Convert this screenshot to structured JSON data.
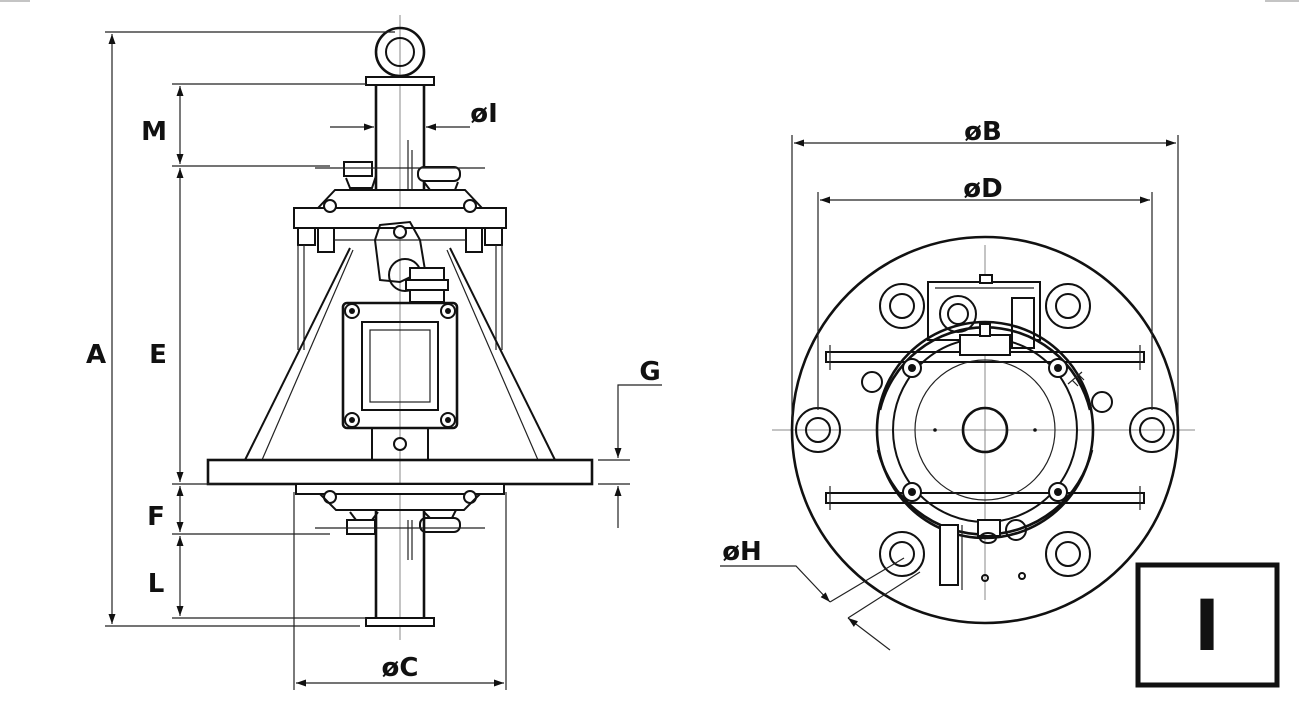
{
  "labels": {
    "A": "A",
    "E": "E",
    "M": "M",
    "F": "F",
    "L": "L",
    "G": "G",
    "C": "øC",
    "I": "øI",
    "B": "øB",
    "D": "øD",
    "H": "øH",
    "frame": "I"
  },
  "colors": {
    "line": "#111111",
    "background": "#ffffff"
  },
  "icons": {
    "arrowhead": "arrowhead-icon",
    "lifting_eye": "lifting-eye-icon"
  }
}
